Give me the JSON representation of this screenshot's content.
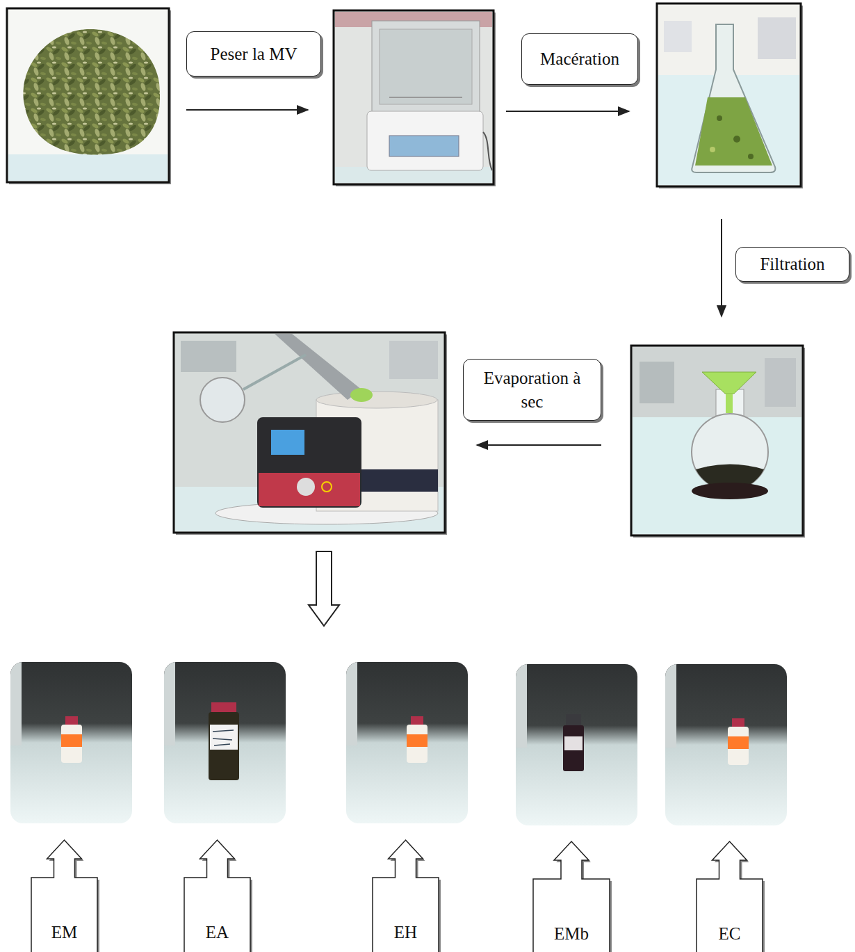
{
  "diagram": {
    "nodes": [
      {
        "text": [
          "Peser la MV"
        ]
      },
      {
        "text": [
          "Macération"
        ]
      },
      {
        "text": [
          "Filtration"
        ]
      },
      {
        "text": [
          "Evaporation à sec"
        ]
      },
      {
        "text": [
          "EM"
        ]
      },
      {
        "text": [
          "EA"
        ]
      },
      {
        "text": [
          "EH"
        ]
      },
      {
        "text": [
          "EMb"
        ]
      },
      {
        "text": [
          "EC"
        ]
      }
    ]
  }
}
